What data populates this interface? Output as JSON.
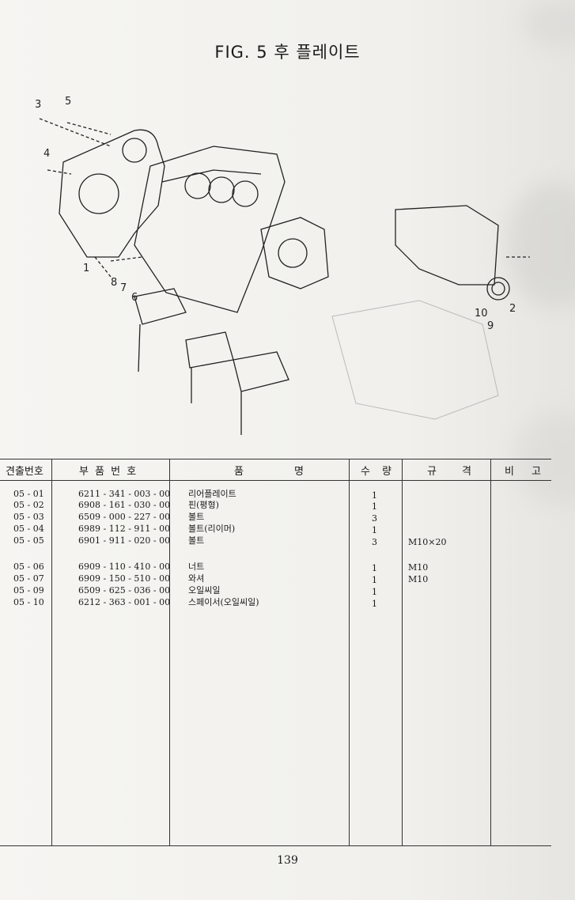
{
  "page": {
    "title": "FIG. 5 후 플레이트",
    "page_number": "139"
  },
  "callouts": [
    "3",
    "5",
    "4",
    "1",
    "8",
    "7",
    "6",
    "10",
    "9",
    "2"
  ],
  "table": {
    "headers": {
      "index": "견출번호",
      "part_no": "부 품 번 호",
      "name_a": "품",
      "name_b": "명",
      "qty_a": "수",
      "qty_b": "량",
      "spec_a": "규",
      "spec_b": "격",
      "remarks_a": "비",
      "remarks_b": "고"
    },
    "rows": [
      {
        "index": "05 - 01",
        "part_no": "6211 - 341 - 003 - 00",
        "name": "리어플레이트",
        "qty": "1",
        "spec": ""
      },
      {
        "index": "05 - 02",
        "part_no": "6908 - 161 - 030 - 00",
        "name": "핀(평형)",
        "qty": "1",
        "spec": ""
      },
      {
        "index": "05 - 03",
        "part_no": "6509 - 000 - 227 - 00",
        "name": "볼트",
        "qty": "3",
        "spec": ""
      },
      {
        "index": "05 - 04",
        "part_no": "6989 - 112 - 911 - 00",
        "name": "볼트(리이머)",
        "qty": "1",
        "spec": ""
      },
      {
        "index": "05 - 05",
        "part_no": "6901 - 911 - 020 - 00",
        "name": "볼트",
        "qty": "3",
        "spec": "M10×20"
      },
      {
        "index": "05 - 06",
        "part_no": "6909 - 110 - 410 - 00",
        "name": "너트",
        "qty": "1",
        "spec": "M10"
      },
      {
        "index": "05 - 07",
        "part_no": "6909 - 150 - 510 - 00",
        "name": "와셔",
        "qty": "1",
        "spec": "M10"
      },
      {
        "index": "05 - 09",
        "part_no": "6509 - 625 - 036 - 00",
        "name": "오일씨일",
        "qty": "1",
        "spec": ""
      },
      {
        "index": "05 - 10",
        "part_no": "6212 - 363 - 001 - 00",
        "name": "스페이서(오일씨일)",
        "qty": "1",
        "spec": ""
      }
    ]
  }
}
